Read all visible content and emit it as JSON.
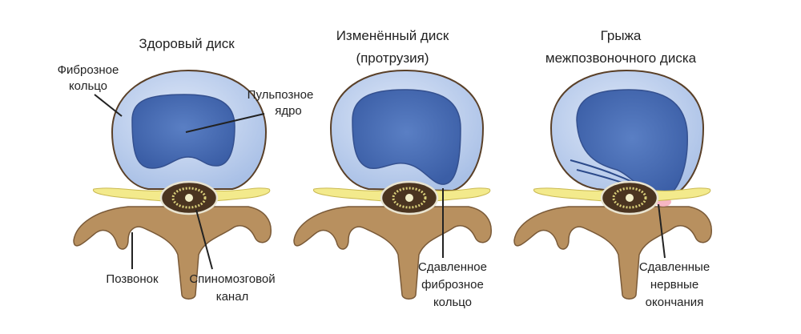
{
  "panels": [
    {
      "title": [
        "Здоровый диск"
      ]
    },
    {
      "title": [
        "Изменённый диск",
        "(протрузия)"
      ]
    },
    {
      "title": [
        "Грыжа",
        "межпозвоночного диска"
      ]
    }
  ],
  "labels": {
    "annulus": [
      "Фиброзное",
      "кольцо"
    ],
    "nucleus": [
      "Пульпозное",
      "ядро"
    ],
    "vertebra": "Позвонок",
    "canal": [
      "Спиномозговой",
      "канал"
    ],
    "compressed_annulus": [
      "Сдавленное",
      "фиброзное",
      "кольцо"
    ],
    "compressed_nerves": [
      "Сдавленные",
      "нервные",
      "окончания"
    ]
  },
  "colors": {
    "annulus": "#c9d9f2",
    "nucleus": "#4f72b8",
    "bone": "#b48a5e",
    "nerve": "#f3ea8c",
    "canal": "#4a3420"
  }
}
